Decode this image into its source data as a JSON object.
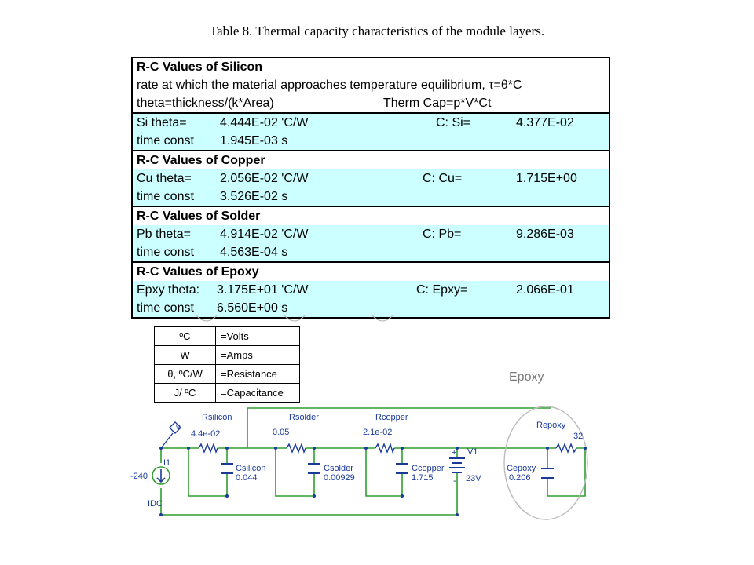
{
  "caption": "Table 8. Thermal capacity characteristics of the module layers.",
  "table": {
    "header": {
      "title": "R-C Values of Silicon",
      "line1": "rate at which the material approaches temperature equilibrium, τ=θ*C",
      "line2_left": "theta=thickness/(k*Area)",
      "line2_right": "Therm Cap=p*V*Ct"
    },
    "silicon": {
      "theta_label": "Si theta=",
      "theta_value": "4.444E-02 'C/W",
      "cap_label": "C: Si=",
      "cap_value": "4.377E-02",
      "tc_label": "time const",
      "tc_value": "1.945E-03 s"
    },
    "copper": {
      "title": "R-C Values of Copper",
      "theta_label": "Cu theta=",
      "theta_value": "2.056E-02 'C/W",
      "cap_label": "C: Cu=",
      "cap_value": "1.715E+00",
      "tc_label": "time const",
      "tc_value": "3.526E-02 s"
    },
    "solder": {
      "title": "R-C Values of Solder",
      "theta_label": "Pb theta=",
      "theta_value": "4.914E-02 'C/W",
      "cap_label": "C: Pb=",
      "cap_value": "9.286E-03",
      "tc_label": "time const",
      "tc_value": "4.563E-04 s"
    },
    "epoxy": {
      "title": "R-C Values of Epoxy",
      "theta_label": "Epxy theta:",
      "theta_value": "3.175E+01 'C/W",
      "cap_label": "C: Epxy=",
      "cap_value": "2.066E-01",
      "tc_label": "time const",
      "tc_value": "6.560E+00 s"
    }
  },
  "legend": [
    {
      "k": "ºC",
      "v": "=Volts"
    },
    {
      "k": "W",
      "v": "=Amps"
    },
    {
      "k": "θ, ºC/W",
      "v": "=Resistance"
    },
    {
      "k": "J/ ºC",
      "v": "=Capacitance"
    }
  ],
  "schematic": {
    "epoxy_label": "Epoxy",
    "rsilicon": "Rsilicon",
    "rsilicon_val": "4.4e-02",
    "rsolder": "Rsolder",
    "rsolder_val": "0.05",
    "rcopper": "Rcopper",
    "rcopper_val": "2.1e-02",
    "repoxy": "Repoxy",
    "repoxy_val": "32",
    "csilicon": "Csilicon",
    "csilicon_val": "0.044",
    "csolder": "Csolder",
    "csolder_val": "0.00929",
    "ccopper": "Ccopper",
    "ccopper_val": "1.715",
    "cepoxy": "Cepoxy",
    "cepoxy_val": "0.206",
    "v1": "V1",
    "v1_val": "23V",
    "i1": "I1",
    "i1_val": "-240",
    "i1_type": "IDC",
    "vprobe": "V",
    "plus": "+",
    "minus": "-"
  }
}
